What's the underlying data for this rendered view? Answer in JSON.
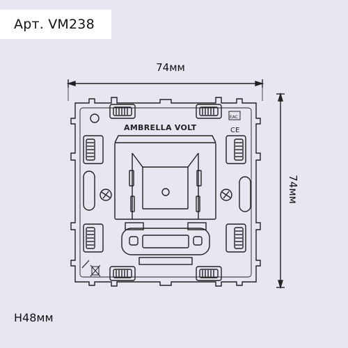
{
  "article": "Арт. VM238",
  "dimensions": {
    "width_label": "74мм",
    "height_label": "74мм",
    "depth_label": "H48мм"
  },
  "product": {
    "brand_label": "AMBRELLA VOLT",
    "ce_mark": "CE",
    "eac_mark": "EAC"
  }
}
